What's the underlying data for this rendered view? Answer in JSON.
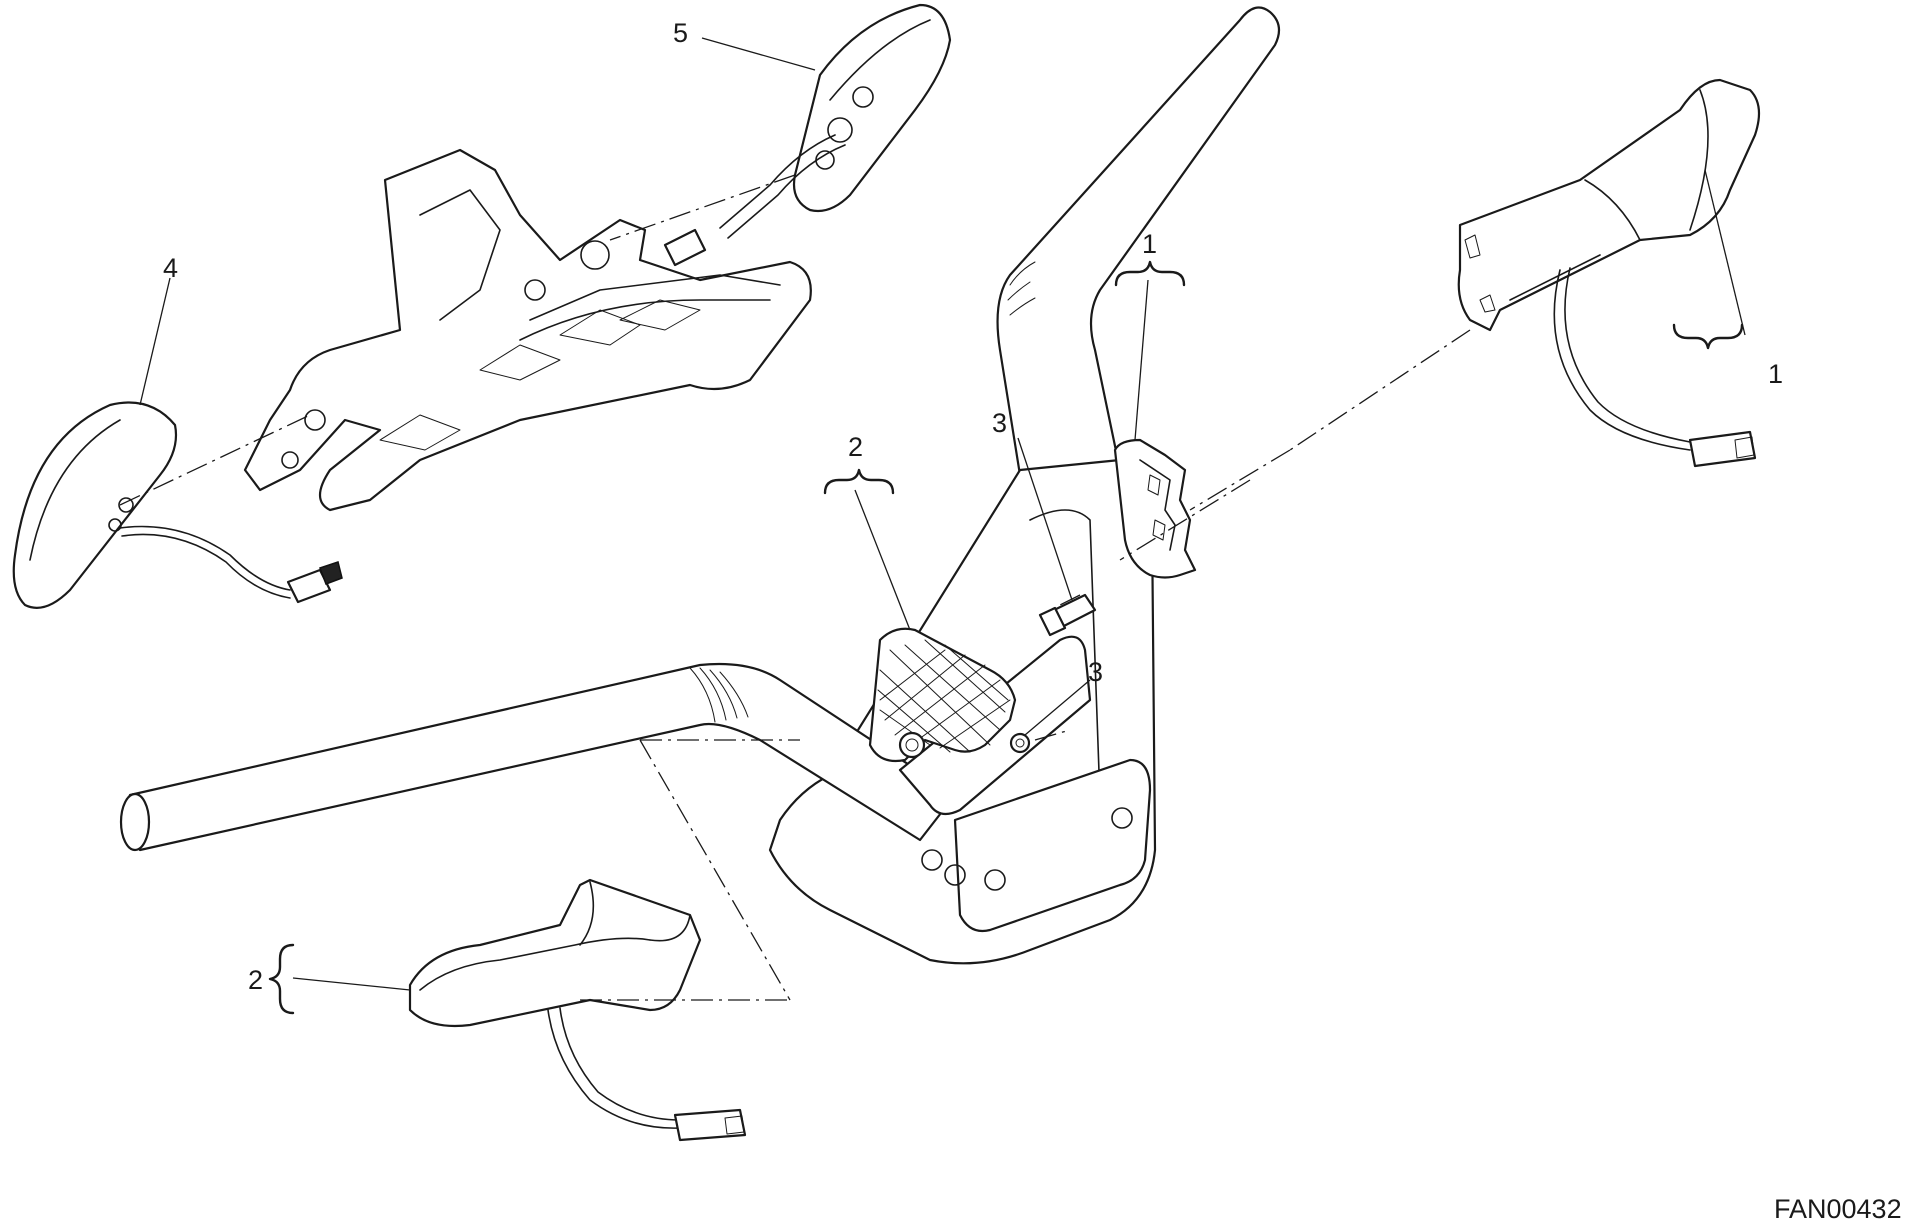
{
  "drawing_code": "FAN00432",
  "callouts": {
    "label_5": "5",
    "label_4": "4",
    "label_1_center": "1",
    "label_1_right": "1",
    "label_3_upper": "3",
    "label_3_lower": "3",
    "label_2_center": "2",
    "label_2_left": "2"
  }
}
